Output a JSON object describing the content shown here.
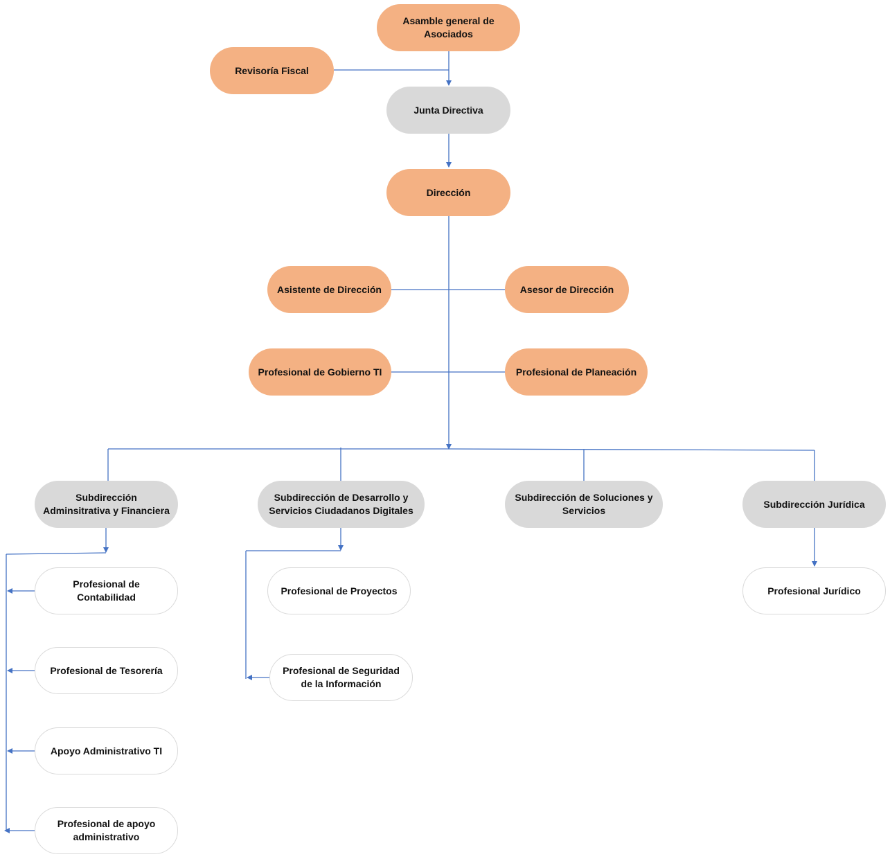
{
  "colors": {
    "orange_fill": "#F4B183",
    "gray_fill": "#D9D9D9",
    "white_fill": "#FFFFFF",
    "connector": "#4472C4"
  },
  "nodes": {
    "asamblea": "Asamble general de Asociados",
    "revisoria": "Revisoría Fiscal",
    "junta": "Junta Directiva",
    "direccion": "Dirección",
    "asistente": "Asistente de Dirección",
    "asesor": "Asesor de Dirección",
    "gobierno_ti": "Profesional de Gobierno TI",
    "planeacion": "Profesional de Planeación",
    "sub_admin": "Subdirección Adminsitrativa y Financiera",
    "sub_desarrollo": "Subdirección de Desarrollo y Servicios Ciudadanos Digitales",
    "sub_soluciones": "Subdirección de Soluciones y Servicios",
    "sub_juridica": "Subdirección Jurídica",
    "contabilidad": "Profesional de Contabilidad",
    "tesoreria": "Profesional de Tesorería",
    "apoyo_ti": "Apoyo Administrativo TI",
    "apoyo_admin": "Profesional de apoyo administrativo",
    "proyectos": "Profesional de Proyectos",
    "seguridad": "Profesional de Seguridad de la Información",
    "juridico": "Profesional Jurídico"
  }
}
